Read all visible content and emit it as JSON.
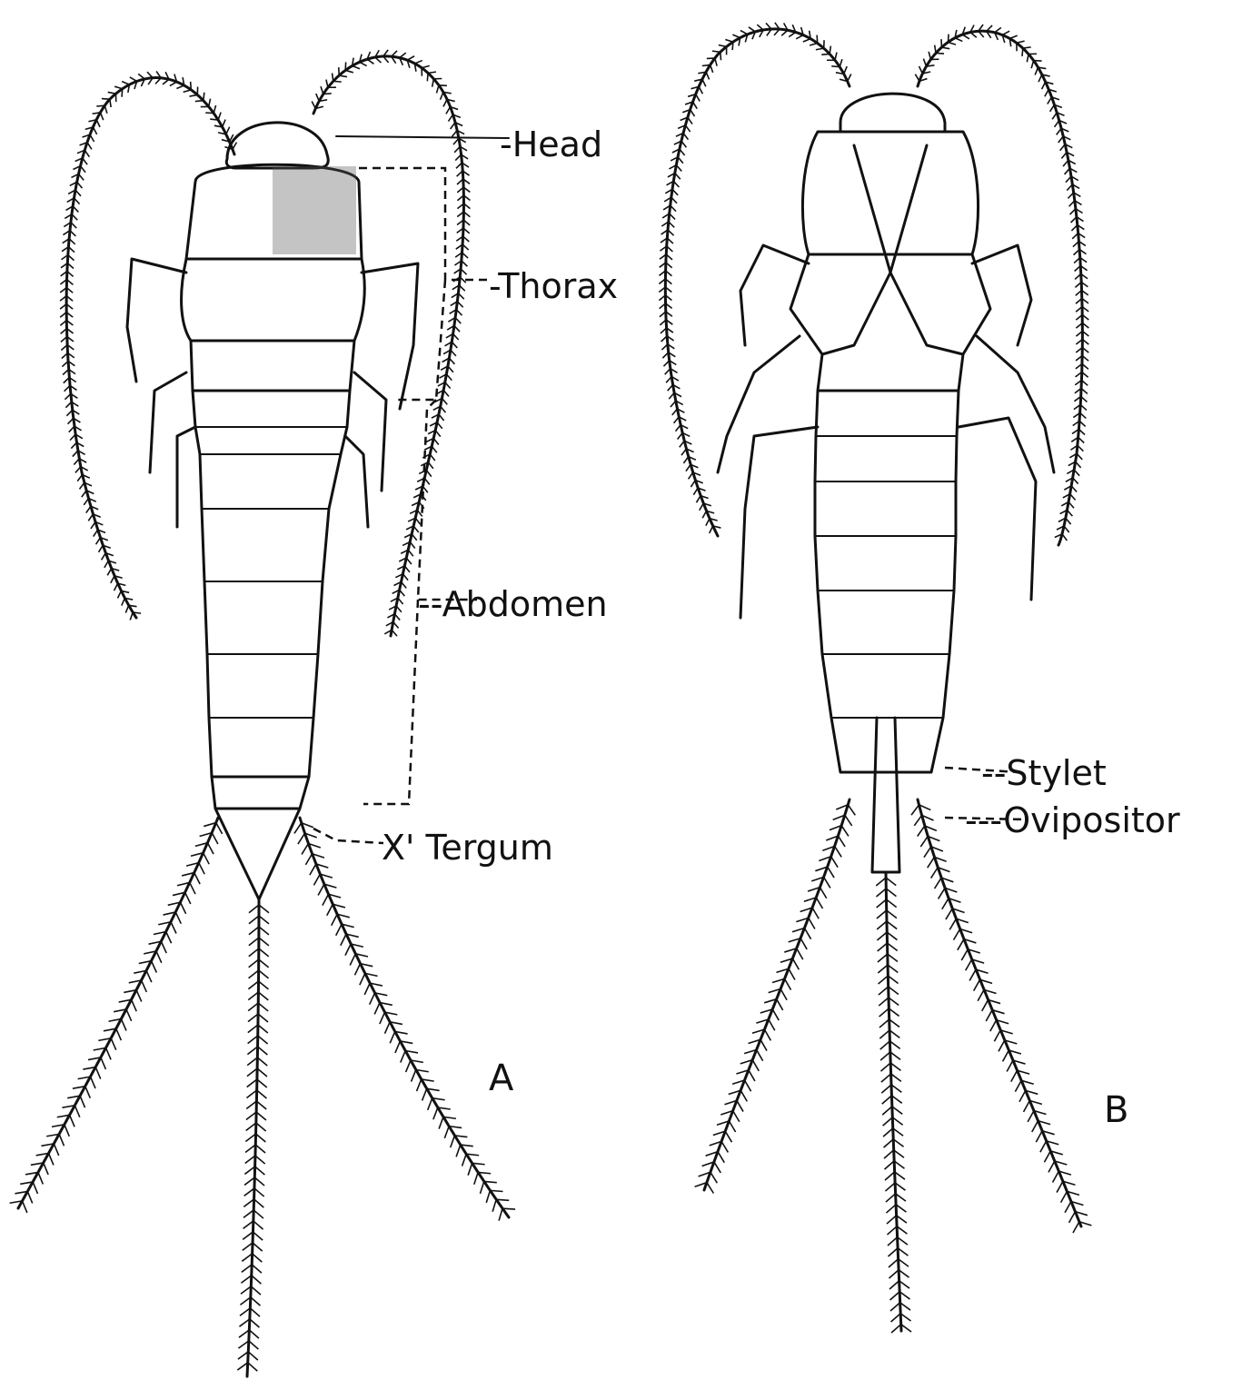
{
  "figure": {
    "labels": {
      "head": "-Head",
      "thorax": "-Thorax",
      "abdomen": "--Abdomen",
      "tergum": "X' Tergum",
      "stylet": "--Stylet",
      "ovipositor": "---Ovipositor"
    },
    "panels": {
      "a": "A",
      "b": "B"
    }
  },
  "colors": {
    "ink": "#111111",
    "background": "#ffffff"
  }
}
